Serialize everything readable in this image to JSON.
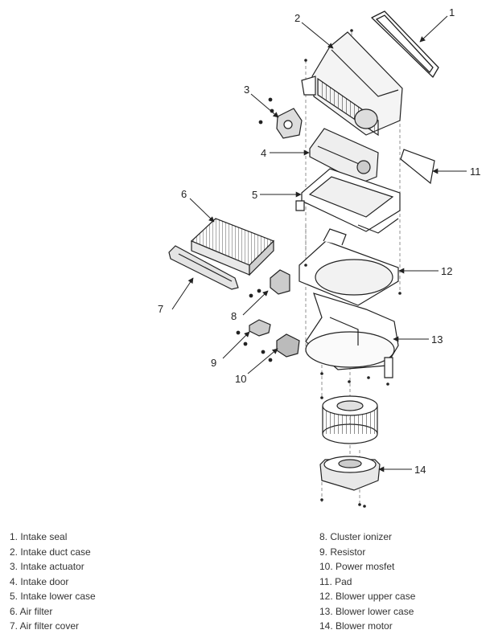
{
  "callouts": [
    "1",
    "2",
    "3",
    "4",
    "5",
    "6",
    "7",
    "8",
    "9",
    "10",
    "11",
    "12",
    "13",
    "14"
  ],
  "legend_left": [
    "1. Intake seal",
    "2. Intake duct case",
    "3. Intake actuator",
    "4. Intake door",
    "5. Intake lower case",
    "6. Air filter",
    "7. Air filter cover"
  ],
  "legend_right": [
    "8. Cluster ionizer",
    "9. Resistor",
    "10. Power mosfet",
    "11. Pad",
    "12. Blower upper case",
    "13. Blower lower case",
    "14. Blower motor"
  ]
}
